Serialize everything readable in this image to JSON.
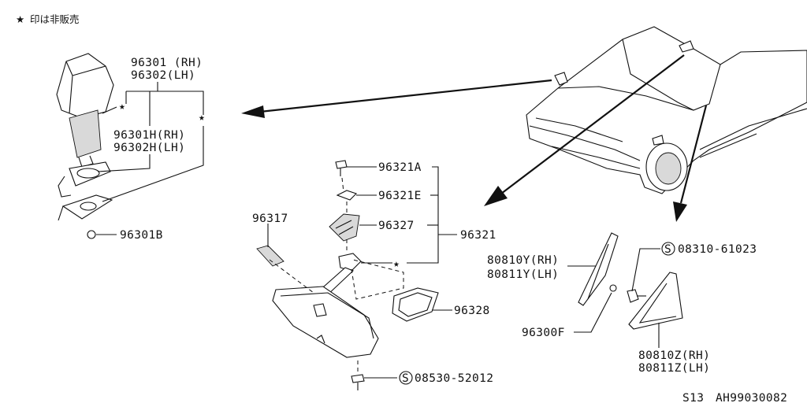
{
  "legend_note": {
    "star": "★",
    "text": "印は非販売"
  },
  "parts": {
    "p96301": "96301 (RH)",
    "p96302": "96302(LH)",
    "p96301h": "96301H(RH)",
    "p96302h": "96302H(LH)",
    "p96301b": "96301B",
    "p96321a": "96321A",
    "p96321e": "96321E",
    "p96327": "96327",
    "p96321": "96321",
    "p96317": "96317",
    "p96328": "96328",
    "p08530": "08530-52012",
    "p08310": "08310-61023",
    "p80810y": "80810Y(RH)",
    "p80811y": "80811Y(LH)",
    "p96300f": "96300F",
    "p80810z": "80810Z(RH)",
    "p80811z": "80811Z(LH)"
  },
  "symbols": {
    "screw_s": "S",
    "star": "★"
  },
  "footer": {
    "section": "S13",
    "code": "AH99030082"
  }
}
